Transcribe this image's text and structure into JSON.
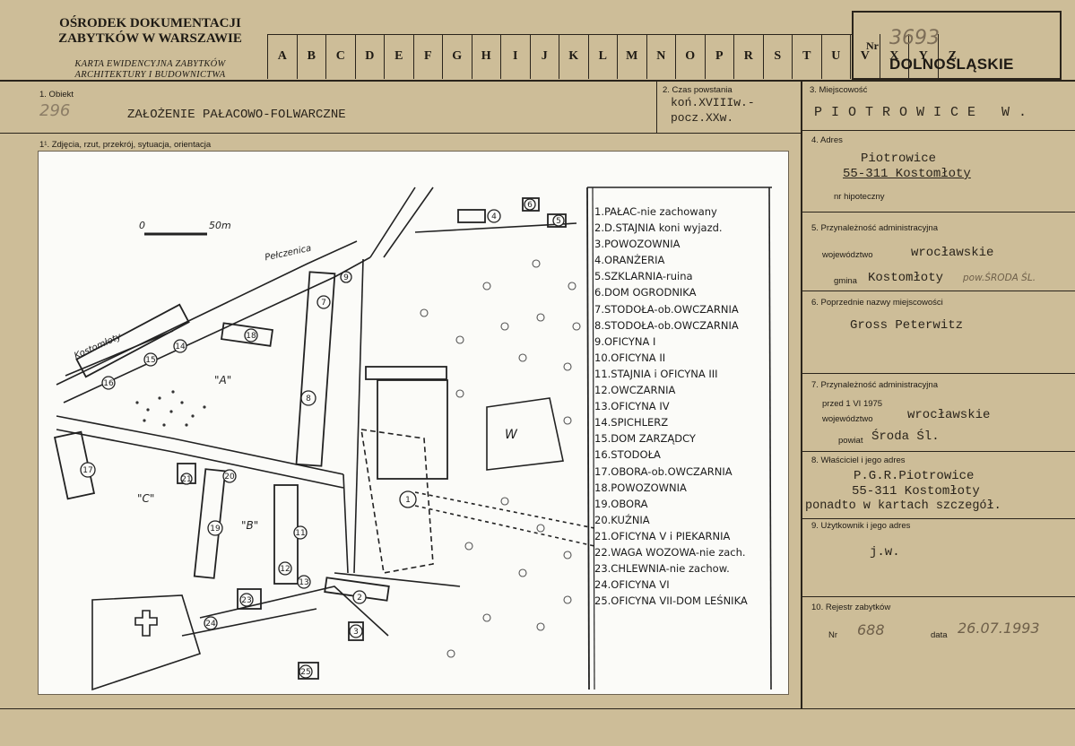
{
  "header": {
    "org_line1": "OŚRODEK DOKUMENTACJI",
    "org_line2": "ZABYTKÓW W WARSZAWIE",
    "card_line1": "KARTA EWIDENCYJNA ZABYTKÓW",
    "card_line2": "ARCHITEKTURY I BUDOWNICTWA",
    "alphabet": [
      "A",
      "B",
      "C",
      "D",
      "E",
      "F",
      "G",
      "H",
      "I",
      "J",
      "K",
      "L",
      "M",
      "N",
      "O",
      "P",
      "R",
      "S",
      "T",
      "U",
      "V",
      "X",
      "Y",
      "Z"
    ],
    "nr_label": "Nr",
    "nr_value": "3693",
    "region": "DOLNOŚLĄSKIE"
  },
  "obiekt": {
    "label": "1. Obiekt",
    "hand_number": "296",
    "value": "ZAŁOŻENIE PAŁACOWO-FOLWARCZNE"
  },
  "czas": {
    "label": "2. Czas powstania",
    "line1": "koń.XVIIIw.-",
    "line2": "pocz.XXw."
  },
  "miejscowosc": {
    "label": "3. Miejscowość",
    "value": "PIOTROWICE W."
  },
  "zdjecia": {
    "label": "1¹. Zdjęcia, rzut, przekrój, sytuacja, orientacja"
  },
  "adres": {
    "label": "4. Adres",
    "line1": "Piotrowice",
    "line2": "55-311 Kostomłoty",
    "hipoteczny_label": "nr hipoteczny"
  },
  "przynaleznosc": {
    "label": "5. Przynależność administracyjna",
    "wojewodztwo_label": "województwo",
    "wojewodztwo": "wrocławskie",
    "gmina_label": "gmina",
    "gmina": "Kostomłoty",
    "gmina_note": "pow.ŚRODA ŚL."
  },
  "poprzednie": {
    "label": "6. Poprzednie nazwy miejscowości",
    "value": "Gross Peterwitz"
  },
  "przynaleznosc_1975": {
    "label": "7. Przynależność administracyjna",
    "przed_label": "przed 1 VI 1975",
    "wojewodztwo_label": "województwo",
    "wojewodztwo": "wrocławskie",
    "powiat_label": "powiat",
    "powiat": "Środa Śl."
  },
  "wlasciciel": {
    "label": "8. Właściciel i jego adres",
    "line1": "P.G.R.Piotrowice",
    "line2": "55-311 Kostomłoty",
    "line3": "ponadto w kartach szczegół."
  },
  "uzytkownik": {
    "label": "9. Użytkownik i jego adres",
    "value": "j.w."
  },
  "rejestr": {
    "label": "10. Rejestr zabytków",
    "nr_label": "Nr",
    "nr_value": "688",
    "data_label": "data",
    "data_value": "26.07.1993"
  },
  "plan": {
    "scale_zero": "0",
    "scale_label": "50m",
    "road_peterwitz": "Pełczenica",
    "road_kostomloty": "Kostomłoty",
    "area_a": "\"A\"",
    "area_b": "\"B\"",
    "area_c": "\"C\"",
    "area_w": "W",
    "legend": [
      "1.PAŁAC-nie zachowany",
      "2.D.STAJNIA koni wyjazd.",
      "3.POWOZOWNIA",
      "4.ORANŻERIA",
      "5.SZKLARNIA-ruina",
      "6.DOM OGRODNIKA",
      "7.STODOŁA-ob.OWCZARNIA",
      "8.STODOŁA-ob.OWCZARNIA",
      "9.OFICYNA I",
      "10.OFICYNA II",
      "11.STAJNIA i OFICYNA III",
      "12.OWCZARNIA",
      "13.OFICYNA IV",
      "14.SPICHLERZ",
      "15.DOM ZARZĄDCY",
      "16.STODOŁA",
      "17.OBORA-ob.OWCZARNIA",
      "18.POWOZOWNIA",
      "19.OBORA",
      "20.KUŹNIA",
      "21.OFICYNA V i PIEKARNIA",
      "22.WAGA WOZOWA-nie zach.",
      "23.CHLEWNIA-nie zachow.",
      "24.OFICYNA VI",
      "25.OFICYNA VII-DOM LEŚNIKA"
    ]
  }
}
